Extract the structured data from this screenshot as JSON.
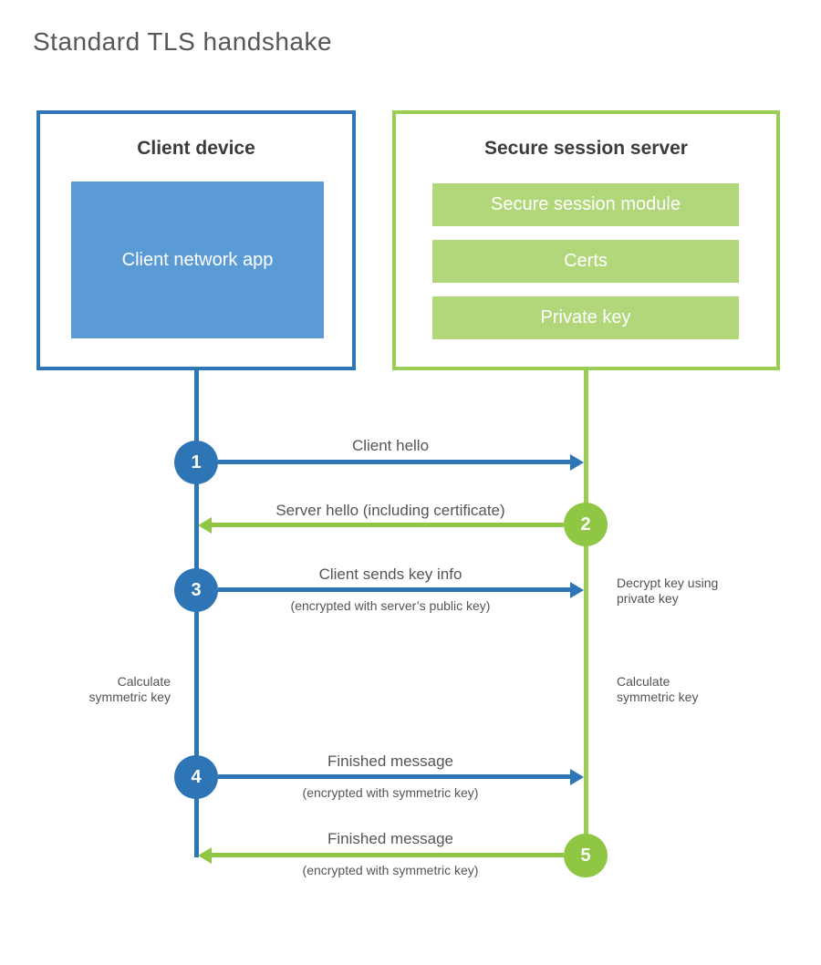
{
  "title": "Standard TLS handshake",
  "colors": {
    "client_accent": "#2e75b6",
    "client_fill": "#5b9bd5",
    "server_accent": "#9bcd55",
    "server_fill": "#b2d77a",
    "server_circle": "#8fc643",
    "text_dark": "#3b3b3d",
    "text_gray": "#54555a"
  },
  "client": {
    "header": "Client device",
    "app_label": "Client network app"
  },
  "server": {
    "header": "Secure session server",
    "modules": [
      "Secure session module",
      "Certs",
      "Private key"
    ]
  },
  "steps": [
    {
      "number": "1",
      "label": "Client hello",
      "sublabel": "",
      "direction": "client-to-server"
    },
    {
      "number": "2",
      "label": "Server hello (including certificate)",
      "sublabel": "",
      "direction": "server-to-client"
    },
    {
      "number": "3",
      "label": "Client sends key info",
      "sublabel": "(encrypted with server’s public key)",
      "direction": "client-to-server"
    },
    {
      "number": "4",
      "label": "Finished message",
      "sublabel": "(encrypted with symmetric key)",
      "direction": "client-to-server"
    },
    {
      "number": "5",
      "label": "Finished message",
      "sublabel": "(encrypted with symmetric key)",
      "direction": "server-to-client"
    }
  ],
  "notes": {
    "client_calculate": "Calculate symmetric key",
    "server_decrypt": "Decrypt key using private key",
    "server_calculate": "Calculate symmetric key"
  }
}
